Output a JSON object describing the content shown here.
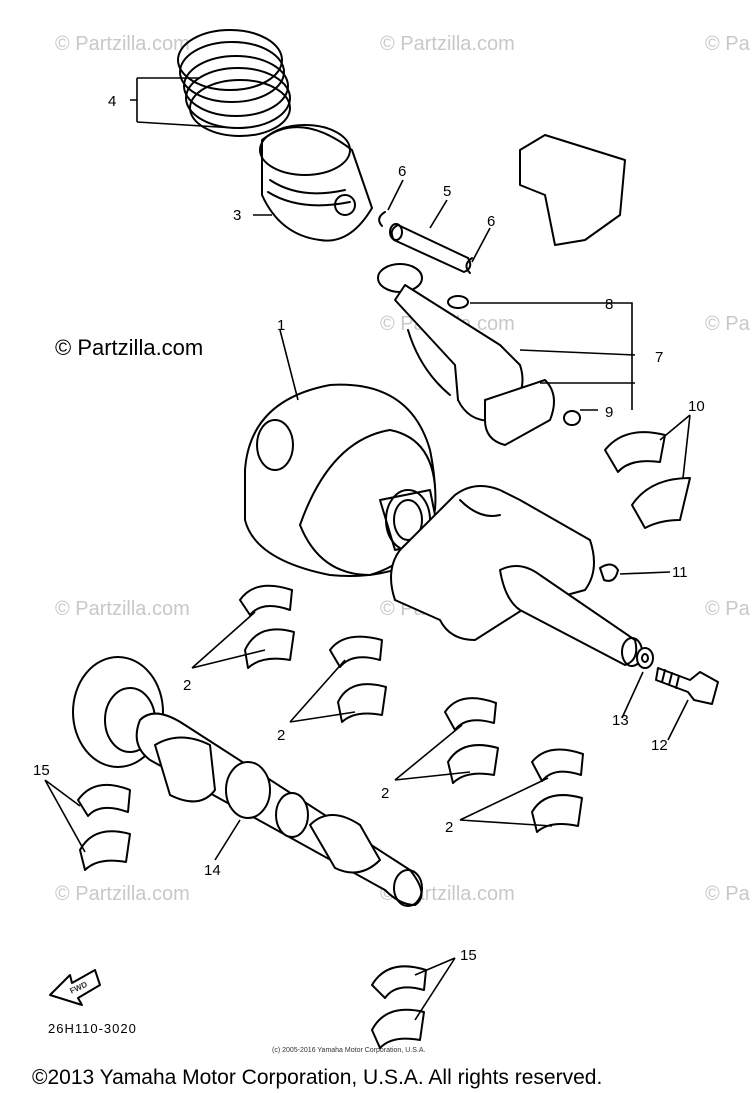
{
  "watermark": {
    "text": "© Partzilla.com",
    "text_short": "© Partzilla.com",
    "text_tail": "© Pa",
    "main": "© Partzilla.com"
  },
  "callouts": {
    "c1": "1",
    "c2a": "2",
    "c2b": "2",
    "c2c": "2",
    "c2d": "2",
    "c3": "3",
    "c4": "4",
    "c5": "5",
    "c6a": "6",
    "c6b": "6",
    "c7": "7",
    "c8": "8",
    "c9": "9",
    "c10": "10",
    "c11": "11",
    "c12": "12",
    "c13": "13",
    "c14": "14",
    "c15a": "15",
    "c15b": "15"
  },
  "front_arrow_label": "FWD",
  "diagram_code": "26H110-3020",
  "small_copyright": "(c) 2005-2016 Yamaha Motor Corporation, U.S.A.",
  "footer_copyright": "©2013 Yamaha Motor Corporation, U.S.A. All rights reserved."
}
